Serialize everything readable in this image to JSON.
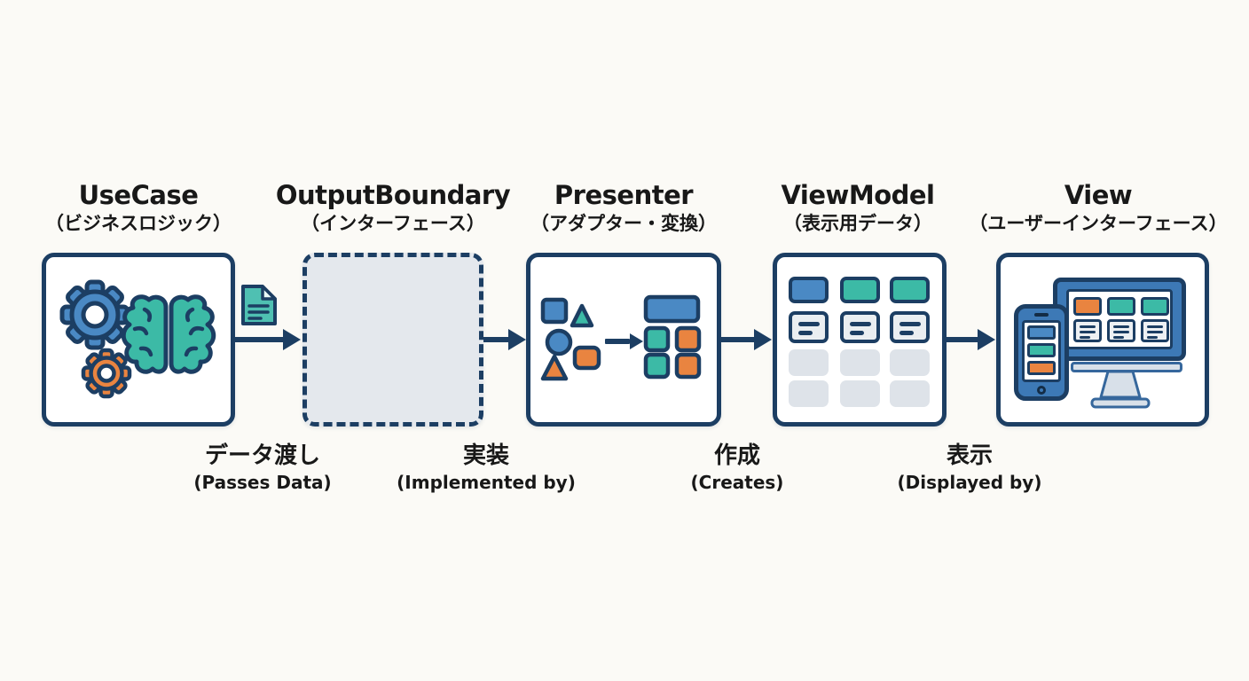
{
  "stages": [
    {
      "id": "usecase",
      "title": "UseCase",
      "subtitle": "（ビジネスロジック）"
    },
    {
      "id": "output-boundary",
      "title": "OutputBoundary",
      "subtitle": "（インターフェース）"
    },
    {
      "id": "presenter",
      "title": "Presenter",
      "subtitle": "（アダプター・変換）"
    },
    {
      "id": "viewmodel",
      "title": "ViewModel",
      "subtitle": "（表示用データ）"
    },
    {
      "id": "view",
      "title": "View",
      "subtitle": "（ユーザーインターフェース）"
    }
  ],
  "transitions": [
    {
      "jp": "データ渡し",
      "en": "(Passes Data)"
    },
    {
      "jp": "実装",
      "en": "(Implemented by)"
    },
    {
      "jp": "作成",
      "en": "(Creates)"
    },
    {
      "jp": "表示",
      "en": "(Displayed by)"
    }
  ],
  "icons": {
    "usecase": [
      "large-gear-icon",
      "small-gear-icon",
      "brain-icon"
    ],
    "handoff": "document-icon",
    "presenter": [
      "scattered-shapes-icon",
      "transform-arrow-icon",
      "organized-grid-icon"
    ],
    "viewmodel": "data-table-icon",
    "view": [
      "monitor-icon",
      "smartphone-icon"
    ]
  },
  "colors": {
    "outline_navy": "#1c3e63",
    "blue": "#4a89c4",
    "device_blue": "#3d79b6",
    "teal": "#3cbaa6",
    "orange": "#e98440",
    "dashed_box_fill": "#e4e8ed",
    "muted_cell": "#dee3e9",
    "background": "#fbfaf6",
    "arrow": "#1c3e63"
  }
}
